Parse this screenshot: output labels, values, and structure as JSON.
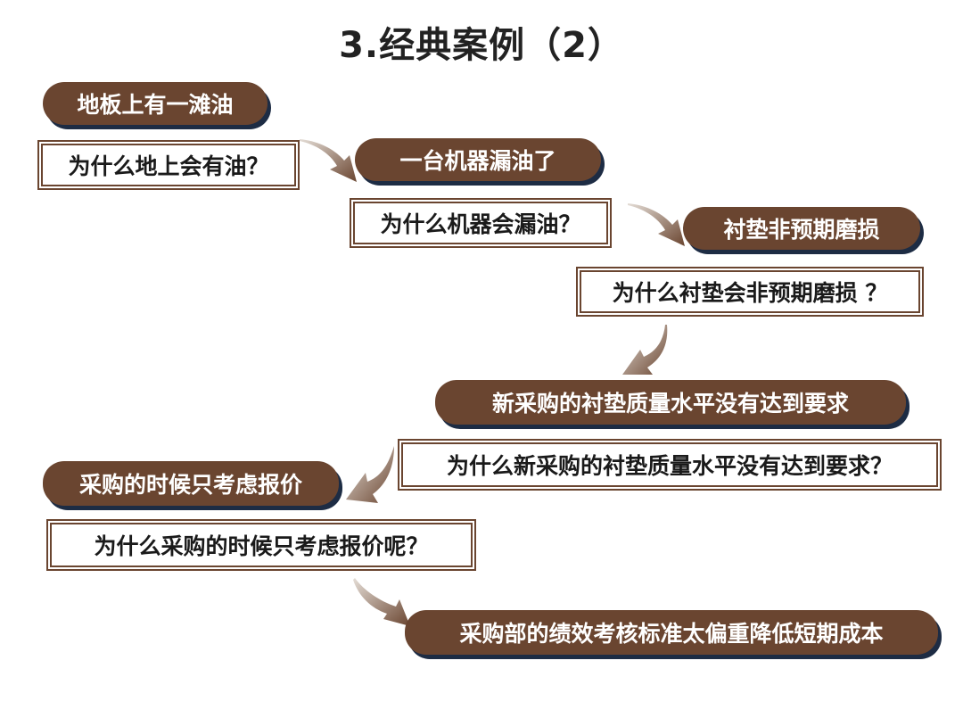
{
  "title": "3.经典案例（2）",
  "colors": {
    "pill": "#6a4530",
    "pill_shadow": "#1d2c44",
    "qbox_border": "#6a4530"
  },
  "steps": [
    {
      "fact": "地板上有一滩油",
      "question": "为什么地上会有油？"
    },
    {
      "fact": "一台机器漏油了",
      "question": "为什么机器会漏油？"
    },
    {
      "fact": "衬垫非预期磨损",
      "question": "为什么衬垫会非预期磨损 ？"
    },
    {
      "fact": "新采购的衬垫质量水平没有达到要求",
      "question": "为什么新采购的衬垫质量水平没有达到要求？"
    },
    {
      "fact": "采购的时候只考虑报价",
      "question": "为什么采购的时候只考虑报价呢？"
    },
    {
      "fact": "采购部的绩效考核标准太偏重降低短期成本"
    }
  ]
}
